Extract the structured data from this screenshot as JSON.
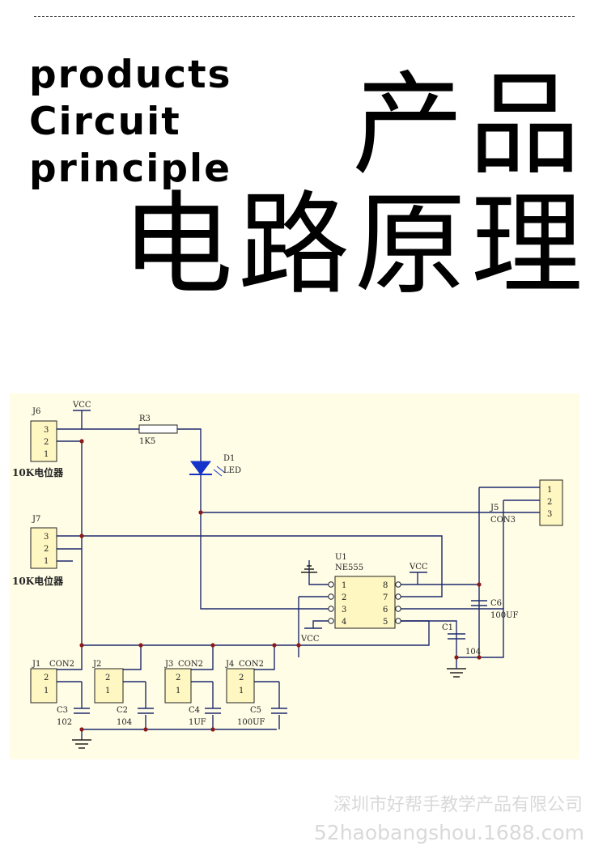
{
  "heading": {
    "en_lines": [
      "products",
      "Circuit",
      "principle"
    ],
    "cn_line1": "产品",
    "cn_line2": "电路原理"
  },
  "schematic": {
    "j6": {
      "ref": "J6",
      "pins": [
        "3",
        "2",
        "1"
      ],
      "caption": "10K电位器"
    },
    "j7": {
      "ref": "J7",
      "pins": [
        "3",
        "2",
        "1"
      ],
      "caption": "10K电位器"
    },
    "vcc_top": "VCC",
    "r3": {
      "ref": "R3",
      "value": "1K5"
    },
    "d1": {
      "ref": "D1",
      "value": "LED"
    },
    "j5": {
      "ref": "J5",
      "value": "CON3",
      "pins": [
        "1",
        "2",
        "3"
      ]
    },
    "u1": {
      "ref": "U1",
      "value": "NE555",
      "left_pins": [
        "1",
        "2",
        "3",
        "4"
      ],
      "right_pins": [
        "8",
        "7",
        "6",
        "5"
      ]
    },
    "vcc_u1_right": "VCC",
    "vcc_u1_left": "VCC",
    "c6": {
      "ref": "C6",
      "value": "100UF"
    },
    "c1": {
      "ref": "C1",
      "value": "104"
    },
    "j1": {
      "ref": "J1",
      "value": "CON2",
      "pins": [
        "2",
        "1"
      ]
    },
    "j2": {
      "ref": "J2",
      "value": "",
      "pins": [
        "2",
        "1"
      ]
    },
    "j3": {
      "ref": "J3",
      "value": "CON2",
      "pins": [
        "2",
        "1"
      ]
    },
    "j4": {
      "ref": "J4",
      "value": "CON2",
      "pins": [
        "2",
        "1"
      ]
    },
    "c3": {
      "ref": "C3",
      "value": "102"
    },
    "c2": {
      "ref": "C2",
      "value": "104"
    },
    "c4": {
      "ref": "C4",
      "value": "1UF"
    },
    "c5": {
      "ref": "C5",
      "value": "100UF"
    }
  },
  "footer": {
    "company": "深圳市好帮手教学产品有限公司",
    "site": "52haobangshou.1688.com"
  }
}
